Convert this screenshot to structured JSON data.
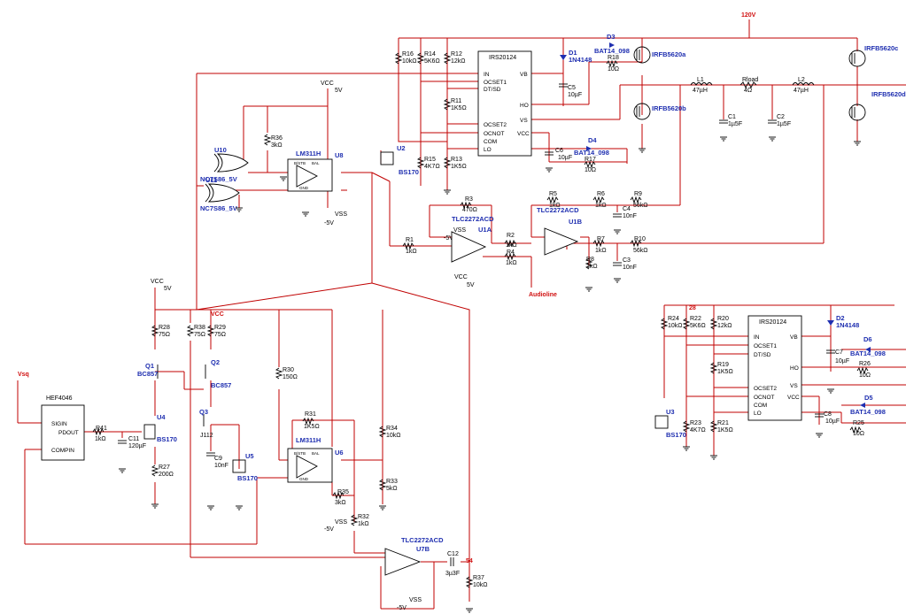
{
  "rails": {
    "hv": "120V",
    "vcc1": "VCC",
    "v5_1": "5V",
    "vss1": "VSS",
    "vm5_1": "-5V",
    "vcc2": "VCC",
    "v5_2": "5V",
    "vcc3": "VCC",
    "vss2": "VSS",
    "vm5_2": "-5V",
    "vcc4": "VCC",
    "v5_4": "5V",
    "vss3": "VSS",
    "vm5_3": "-5V",
    "vss4": "VSS",
    "vm5_4": "-5V",
    "vm5_5": "-5V"
  },
  "nets": {
    "audio": "Audioline",
    "vsq": "Vsq",
    "n28": "28",
    "n54": "54"
  },
  "chips": {
    "irs1": {
      "name": "IRS20124",
      "pins_left": [
        "IN",
        "OCSET1",
        "DT/SD",
        "OCSET2",
        "OCNOT",
        "COM",
        "LO"
      ],
      "pins_right": [
        "VB",
        "HO",
        "VS",
        "VCC"
      ]
    },
    "irs2": {
      "name": "IRS20124",
      "pins_left": [
        "IN",
        "OCSET1",
        "DT/SD",
        "OCSET2",
        "OCNOT",
        "COM",
        "LO"
      ],
      "pins_right": [
        "VB",
        "HO",
        "VS",
        "VCC"
      ]
    },
    "hef": {
      "name": "HEF4046",
      "pins": [
        "SIGIN",
        "PDOUT",
        "COMPIN"
      ]
    },
    "u8": {
      "ref": "U8",
      "part": "LM311H",
      "inner": [
        "B/STB",
        "BAL",
        "GND"
      ]
    },
    "u6": {
      "ref": "U6",
      "part": "LM311H",
      "inner": [
        "B/STB",
        "BAL",
        "GND"
      ]
    },
    "u1a": {
      "ref": "U1A",
      "part": "TLC2272ACD"
    },
    "u1b": {
      "ref": "U1B",
      "part": "TLC2272ACD"
    },
    "u7b": {
      "ref": "U7B",
      "part": "TLC2272ACD"
    },
    "u10": {
      "ref": "U10",
      "part": "NC7S86_5V"
    },
    "u11": {
      "ref": "U11",
      "part": "NC7S86_5V"
    }
  },
  "fets": {
    "q_a": "IRFB5620a",
    "q_b": "IRFB5620b",
    "q_c": "IRFB5620c",
    "q_d": "IRFB5620d",
    "u2": {
      "ref": "U2",
      "part": "BS170"
    },
    "u3": {
      "ref": "U3",
      "part": "BS170"
    },
    "u4": {
      "ref": "U4",
      "part": "BS170"
    },
    "u5": {
      "ref": "U5",
      "part": "BS170"
    }
  },
  "bjts": {
    "q1": {
      "ref": "Q1",
      "part": "BC857"
    },
    "q2": {
      "ref": "Q2",
      "part": "BC857"
    },
    "q3": {
      "ref": "Q3",
      "part": "J112"
    }
  },
  "diodes": {
    "d1": {
      "ref": "D1",
      "part": "1N4148"
    },
    "d2": {
      "ref": "D2",
      "part": "1N4148"
    },
    "d3": {
      "ref": "D3",
      "part": "BAT14_098"
    },
    "d4": {
      "ref": "D4",
      "part": "BAT14_098"
    },
    "d5": {
      "ref": "D5",
      "part": "BAT14_098"
    },
    "d6": {
      "ref": "D6",
      "part": "BAT14_098"
    }
  },
  "inductors": {
    "l1": {
      "ref": "L1",
      "value": "47µH"
    },
    "l2": {
      "ref": "L2",
      "value": "47µH"
    }
  },
  "load": {
    "ref": "Rload",
    "value": "4Ω"
  },
  "resistors": {
    "r1": {
      "ref": "R1",
      "value": "1kΩ"
    },
    "r2": {
      "ref": "R2",
      "value": "1kΩ"
    },
    "r3": {
      "ref": "R3",
      "value": "470Ω"
    },
    "r4": {
      "ref": "R4",
      "value": "1kΩ"
    },
    "r5": {
      "ref": "R5",
      "value": "1kΩ"
    },
    "r6": {
      "ref": "R6",
      "value": "1kΩ"
    },
    "r7": {
      "ref": "R7",
      "value": "1kΩ"
    },
    "r8": {
      "ref": "R8",
      "value": "1kΩ"
    },
    "r9": {
      "ref": "R9",
      "value": "56kΩ"
    },
    "r10": {
      "ref": "R10",
      "value": "56kΩ"
    },
    "r11": {
      "ref": "R11",
      "value": "1K5Ω"
    },
    "r12": {
      "ref": "R12",
      "value": "12kΩ"
    },
    "r13": {
      "ref": "R13",
      "value": "1K5Ω"
    },
    "r14": {
      "ref": "R14",
      "value": "5K6Ω"
    },
    "r15": {
      "ref": "R15",
      "value": "4K7Ω"
    },
    "r16": {
      "ref": "R16",
      "value": "10kΩ"
    },
    "r17": {
      "ref": "R17",
      "value": "10Ω"
    },
    "r18": {
      "ref": "R18",
      "value": "10Ω"
    },
    "r19": {
      "ref": "R19",
      "value": "1K5Ω"
    },
    "r20": {
      "ref": "R20",
      "value": "12kΩ"
    },
    "r21": {
      "ref": "R21",
      "value": "1K5Ω"
    },
    "r22": {
      "ref": "R22",
      "value": "5K6Ω"
    },
    "r23": {
      "ref": "R23",
      "value": "4K7Ω"
    },
    "r24": {
      "ref": "R24",
      "value": "10kΩ"
    },
    "r25": {
      "ref": "R25",
      "value": "10Ω"
    },
    "r26": {
      "ref": "R26",
      "value": "10Ω"
    },
    "r27": {
      "ref": "R27",
      "value": "200Ω"
    },
    "r28": {
      "ref": "R28",
      "value": "75Ω"
    },
    "r29": {
      "ref": "R29",
      "value": "75Ω"
    },
    "r30": {
      "ref": "R30",
      "value": "150Ω"
    },
    "r31": {
      "ref": "R31",
      "value": "1K5Ω"
    },
    "r32": {
      "ref": "R32",
      "value": "1kΩ"
    },
    "r33": {
      "ref": "R33",
      "value": "5kΩ"
    },
    "r34": {
      "ref": "R34",
      "value": "10kΩ"
    },
    "r35": {
      "ref": "R35",
      "value": "3kΩ"
    },
    "r36": {
      "ref": "R36",
      "value": "3kΩ"
    },
    "r37": {
      "ref": "R37",
      "value": "10kΩ"
    },
    "r38": {
      "ref": "R38",
      "value": "75Ω"
    },
    "r41": {
      "ref": "R41",
      "value": "1kΩ"
    }
  },
  "capacitors": {
    "c1": {
      "ref": "C1",
      "value": "1µ5F"
    },
    "c2": {
      "ref": "C2",
      "value": "1µ5F"
    },
    "c3": {
      "ref": "C3",
      "value": "10nF"
    },
    "c4": {
      "ref": "C4",
      "value": "10nF"
    },
    "c5": {
      "ref": "C5",
      "value": "10µF"
    },
    "c6": {
      "ref": "C6",
      "value": "10µF"
    },
    "c7": {
      "ref": "C7",
      "value": "10µF"
    },
    "c8": {
      "ref": "C8",
      "value": "10µF"
    },
    "c9": {
      "ref": "C9",
      "value": "10nF"
    },
    "c11": {
      "ref": "C11",
      "value": "120µF"
    },
    "c12": {
      "ref": "C12",
      "value": "3µ3F"
    }
  }
}
